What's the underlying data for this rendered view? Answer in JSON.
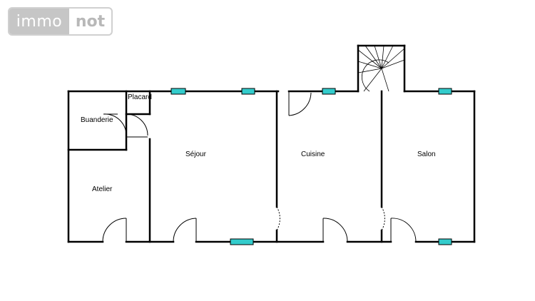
{
  "logo": {
    "left": "immo",
    "right": "not"
  },
  "rooms": {
    "placard": "Placard",
    "buanderie": "Buanderie",
    "sejour": "Séjour",
    "cuisine": "Cuisine",
    "salon": "Salon",
    "atelier": "Atelier"
  },
  "colors": {
    "wall": "#000000",
    "window": "#33cccc",
    "logo_gray": "#c6c6c6"
  }
}
